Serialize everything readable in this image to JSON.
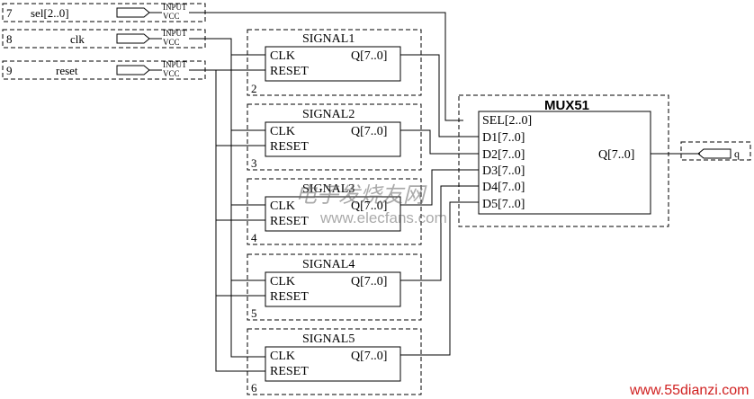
{
  "inputs": [
    {
      "num": "7",
      "name": "sel[2..0]",
      "type": "INPUT",
      "vcc": "VCC"
    },
    {
      "num": "8",
      "name": "clk",
      "type": "INPUT",
      "vcc": "VCC"
    },
    {
      "num": "9",
      "name": "reset",
      "type": "INPUT",
      "vcc": "VCC"
    }
  ],
  "signals": [
    {
      "title": "SIGNAL1",
      "num": "2",
      "clk": "CLK",
      "reset": "RESET",
      "q": "Q[7..0]"
    },
    {
      "title": "SIGNAL2",
      "num": "3",
      "clk": "CLK",
      "reset": "RESET",
      "q": "Q[7..0]"
    },
    {
      "title": "SIGNAL3",
      "num": "4",
      "clk": "CLK",
      "reset": "RESET",
      "q": "Q[7..0]"
    },
    {
      "title": "SIGNAL4",
      "num": "5",
      "clk": "CLK",
      "reset": "RESET",
      "q": "Q[7..0]"
    },
    {
      "title": "SIGNAL5",
      "num": "6",
      "clk": "CLK",
      "reset": "RESET",
      "q": "Q[7..0]"
    }
  ],
  "mux": {
    "title": "MUX51",
    "ports": [
      "SEL[2..0]",
      "D1[7..0]",
      "D2[7..0]",
      "D3[7..0]",
      "D4[7..0]",
      "D5[7..0]"
    ],
    "out": "Q[7..0]"
  },
  "output": {
    "name": "q"
  },
  "watermarks": {
    "center_cn": "电子发烧友网",
    "center_url": "www.elecfans.com",
    "corner": "www.55dianzi.com"
  }
}
